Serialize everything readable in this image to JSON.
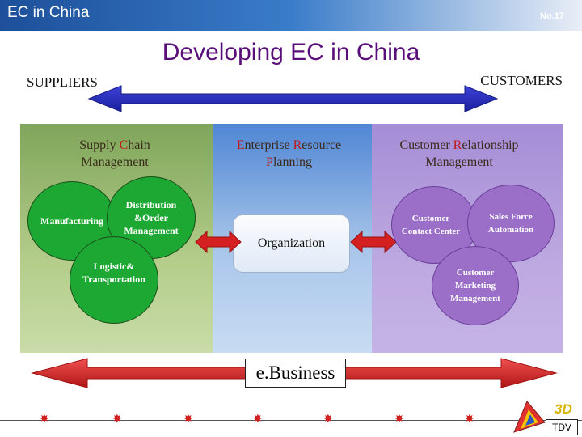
{
  "header": {
    "title": "EC in China",
    "slide_no": "No.17"
  },
  "title": "Developing EC in China",
  "labels": {
    "suppliers": "SUPPLIERS",
    "customers": "CUSTOMERS"
  },
  "panels": {
    "scm": {
      "title_line1_part1": "Supply ",
      "title_line1_hl": "C",
      "title_line1_part2": "hain",
      "title_line2": "Management"
    },
    "erp": {
      "title_line1_hl1": "E",
      "title_line1_part1": "nterprise ",
      "title_line1_hl2": "R",
      "title_line1_part2": "esource",
      "title_line2_hl": "P",
      "title_line2_part": "lanning"
    },
    "crm": {
      "title_line1_part1": "Customer ",
      "title_line1_hl": "R",
      "title_line1_part2": "elationship",
      "title_line2": "Management"
    }
  },
  "green_circles": [
    {
      "label": "Manufacturing"
    },
    {
      "label": "Distribution &Order Management"
    },
    {
      "label": "Logistic& Transportation"
    }
  ],
  "purple_circles": [
    {
      "label": "Customer Contact Center"
    },
    {
      "label": "Sales Force Automation"
    },
    {
      "label": "Customer Marketing Management"
    }
  ],
  "organization": "Organization",
  "ebusiness": "e.Business",
  "logo": {
    "brand": "3D",
    "text": "TDV"
  },
  "colors": {
    "header_blue": "#1d4f9a",
    "title_purple": "#5a0e7a",
    "arrow_red": "#d42020",
    "green_circle": "#1ca832",
    "purple_circle": "#9b6fc8"
  }
}
